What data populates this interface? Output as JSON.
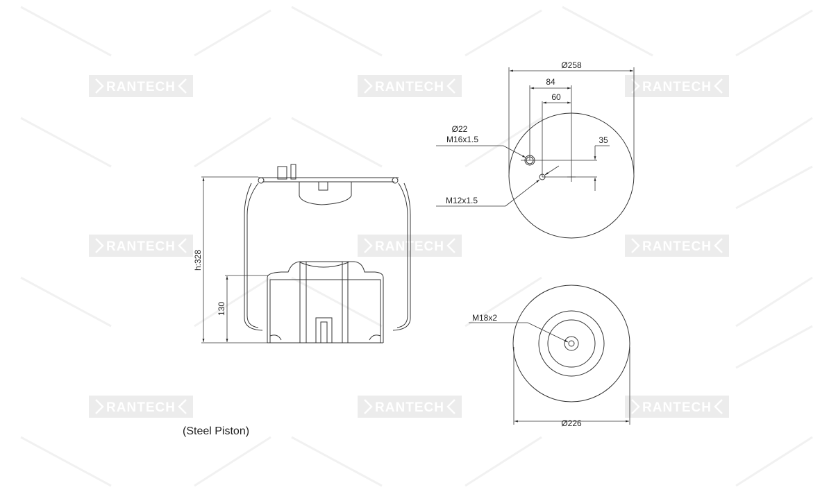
{
  "watermark": "RANTECH",
  "side_view": {
    "height_label": "h:328",
    "piston_height_label": "130",
    "caption": "(Steel Piston)"
  },
  "top_view": {
    "diameter": "Ø258",
    "dim_84": "84",
    "dim_60": "60",
    "dim_35": "35",
    "hole1_diameter": "Ø22",
    "hole1_thread": "M16x1.5",
    "hole2_thread": "M12x1.5"
  },
  "bottom_view": {
    "thread": "M18x2",
    "diameter": "Ø226"
  }
}
